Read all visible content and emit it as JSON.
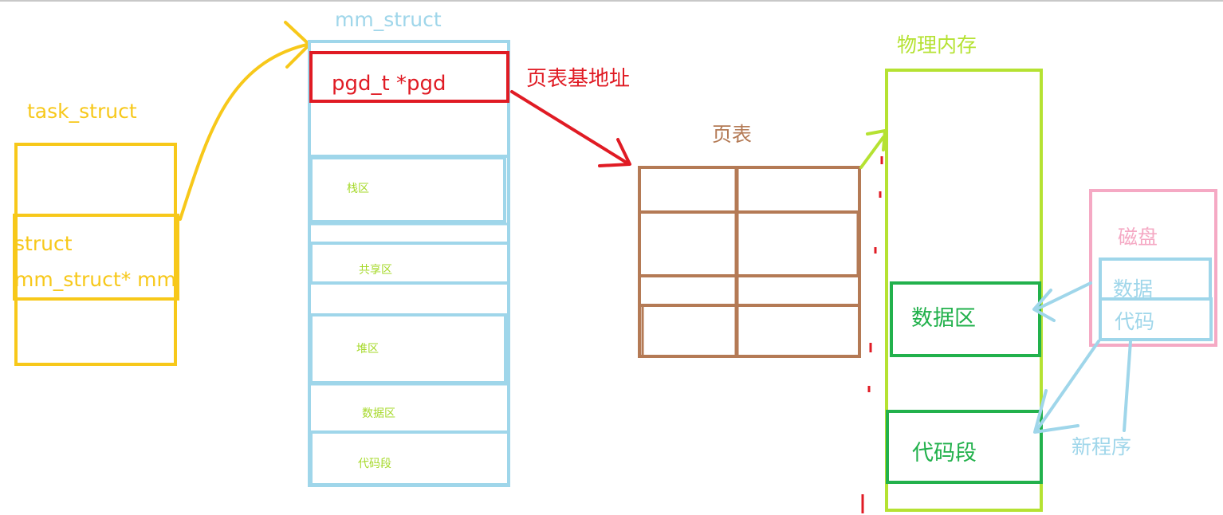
{
  "task_struct": {
    "title": "task_struct",
    "field_line1": "struct",
    "field_line2": "mm_struct* mm"
  },
  "mm_struct": {
    "title": "mm_struct",
    "pgd_field": "pgd_t *pgd",
    "regions": [
      "栈区",
      "共享区",
      "堆区",
      "数据区",
      "代码段"
    ]
  },
  "pgd_arrow_label": "页表基地址",
  "page_table": {
    "title": "页表"
  },
  "physical_memory": {
    "title": "物理内存",
    "data_region": "数据区",
    "code_region": "代码段"
  },
  "disk": {
    "title": "磁盘",
    "data": "数据",
    "code": "代码",
    "new_program": "新程序"
  },
  "colors": {
    "yellow": "#f7c81a",
    "lightblue": "#9fd6ea",
    "red": "#e01b24",
    "brown": "#b47a55",
    "lime": "#b5e232",
    "green": "#22b14c",
    "pink": "#f5a9c4",
    "grey": "#c8c8c8"
  }
}
